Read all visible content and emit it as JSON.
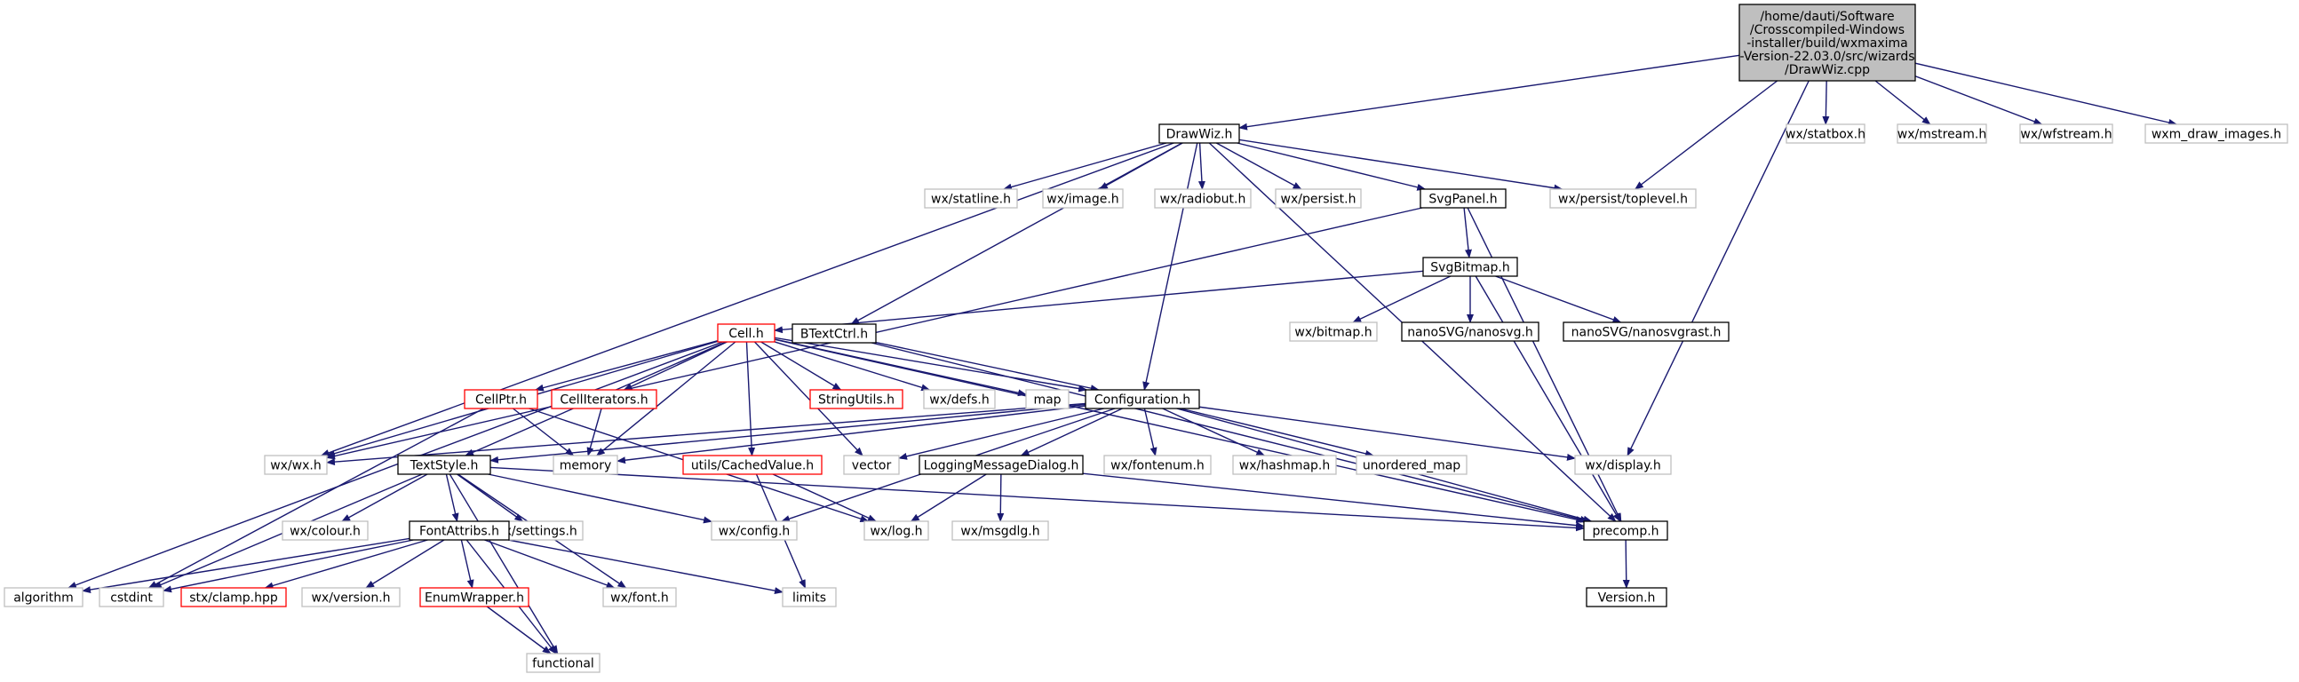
{
  "colors": {
    "edge": "#191970",
    "root_fill": "#bfbfbf",
    "box_black": "#000000",
    "box_gray": "#bfbfbf",
    "box_red": "#ff0000"
  },
  "nodes": [
    {
      "id": "drawwiz_cpp",
      "style": "root",
      "lines": [
        "/home/dauti/Software",
        "/Crosscompiled-Windows",
        "-installer/build/wxmaxima",
        "-Version-22.03.0/src/wizards",
        "/DrawWiz.cpp"
      ]
    },
    {
      "id": "drawwiz_h",
      "style": "black",
      "lines": [
        "DrawWiz.h"
      ]
    },
    {
      "id": "wx_statbox",
      "style": "gray",
      "lines": [
        "wx/statbox.h"
      ]
    },
    {
      "id": "wx_mstream",
      "style": "gray",
      "lines": [
        "wx/mstream.h"
      ]
    },
    {
      "id": "wx_wfstream",
      "style": "gray",
      "lines": [
        "wx/wfstream.h"
      ]
    },
    {
      "id": "wxm_draw_images",
      "style": "gray",
      "lines": [
        "wxm_draw_images.h"
      ]
    },
    {
      "id": "wx_statline",
      "style": "gray",
      "lines": [
        "wx/statline.h"
      ]
    },
    {
      "id": "wx_image",
      "style": "gray",
      "lines": [
        "wx/image.h"
      ]
    },
    {
      "id": "wx_radiobut",
      "style": "gray",
      "lines": [
        "wx/radiobut.h"
      ]
    },
    {
      "id": "wx_persist",
      "style": "gray",
      "lines": [
        "wx/persist.h"
      ]
    },
    {
      "id": "svgpanel",
      "style": "black",
      "lines": [
        "SvgPanel.h"
      ]
    },
    {
      "id": "wx_persist_toplevel",
      "style": "gray",
      "lines": [
        "wx/persist/toplevel.h"
      ]
    },
    {
      "id": "svgbitmap",
      "style": "black",
      "lines": [
        "SvgBitmap.h"
      ]
    },
    {
      "id": "wx_bitmap",
      "style": "gray",
      "lines": [
        "wx/bitmap.h"
      ]
    },
    {
      "id": "nanosvg",
      "style": "black",
      "lines": [
        "nanoSVG/nanosvg.h"
      ]
    },
    {
      "id": "nanosvgrast",
      "style": "black",
      "lines": [
        "nanoSVG/nanosvgrast.h"
      ]
    },
    {
      "id": "cell_h",
      "style": "red",
      "lines": [
        "Cell.h"
      ]
    },
    {
      "id": "btextctrl",
      "style": "black",
      "lines": [
        "BTextCtrl.h"
      ]
    },
    {
      "id": "cellptr",
      "style": "red",
      "lines": [
        "CellPtr.h"
      ]
    },
    {
      "id": "celliterators",
      "style": "red",
      "lines": [
        "CellIterators.h"
      ]
    },
    {
      "id": "stringutils",
      "style": "red",
      "lines": [
        "StringUtils.h"
      ]
    },
    {
      "id": "wx_defs",
      "style": "gray",
      "lines": [
        "wx/defs.h"
      ]
    },
    {
      "id": "map",
      "style": "gray",
      "lines": [
        "map"
      ]
    },
    {
      "id": "configuration",
      "style": "black",
      "lines": [
        "Configuration.h"
      ]
    },
    {
      "id": "wx_wx",
      "style": "gray",
      "lines": [
        "wx/wx.h"
      ]
    },
    {
      "id": "textstyle",
      "style": "black",
      "lines": [
        "TextStyle.h"
      ]
    },
    {
      "id": "memory",
      "style": "gray",
      "lines": [
        "memory"
      ]
    },
    {
      "id": "cachedvalue",
      "style": "red",
      "lines": [
        "utils/CachedValue.h"
      ]
    },
    {
      "id": "vector",
      "style": "gray",
      "lines": [
        "vector"
      ]
    },
    {
      "id": "loggingmsg",
      "style": "black",
      "lines": [
        "LoggingMessageDialog.h"
      ]
    },
    {
      "id": "wx_fontenum",
      "style": "gray",
      "lines": [
        "wx/fontenum.h"
      ]
    },
    {
      "id": "wx_hashmap",
      "style": "gray",
      "lines": [
        "wx/hashmap.h"
      ]
    },
    {
      "id": "unordered_map",
      "style": "gray",
      "lines": [
        "unordered_map"
      ]
    },
    {
      "id": "wx_display",
      "style": "gray",
      "lines": [
        "wx/display.h"
      ]
    },
    {
      "id": "wx_colour",
      "style": "gray",
      "lines": [
        "wx/colour.h"
      ]
    },
    {
      "id": "wx_settings",
      "style": "gray",
      "lines": [
        "wx/settings.h"
      ]
    },
    {
      "id": "wx_config",
      "style": "gray",
      "lines": [
        "wx/config.h"
      ]
    },
    {
      "id": "wx_log",
      "style": "gray",
      "lines": [
        "wx/log.h"
      ]
    },
    {
      "id": "wx_msgdlg",
      "style": "gray",
      "lines": [
        "wx/msgdlg.h"
      ]
    },
    {
      "id": "precomp",
      "style": "black",
      "lines": [
        "precomp.h"
      ]
    },
    {
      "id": "fontattribs",
      "style": "black",
      "lines": [
        "FontAttribs.h"
      ]
    },
    {
      "id": "algorithm",
      "style": "gray",
      "lines": [
        "algorithm"
      ]
    },
    {
      "id": "cstdint",
      "style": "gray",
      "lines": [
        "cstdint"
      ]
    },
    {
      "id": "stx_clamp",
      "style": "red",
      "lines": [
        "stx/clamp.hpp"
      ]
    },
    {
      "id": "wx_version",
      "style": "gray",
      "lines": [
        "wx/version.h"
      ]
    },
    {
      "id": "enumwrapper",
      "style": "red",
      "lines": [
        "EnumWrapper.h"
      ]
    },
    {
      "id": "wx_font",
      "style": "gray",
      "lines": [
        "wx/font.h"
      ]
    },
    {
      "id": "limits",
      "style": "gray",
      "lines": [
        "limits"
      ]
    },
    {
      "id": "functional",
      "style": "gray",
      "lines": [
        "functional"
      ]
    },
    {
      "id": "version",
      "style": "black",
      "lines": [
        "Version.h"
      ]
    }
  ],
  "edges": [
    [
      "drawwiz_cpp",
      "drawwiz_h"
    ],
    [
      "drawwiz_cpp",
      "wx_persist_toplevel"
    ],
    [
      "drawwiz_cpp",
      "wx_display"
    ],
    [
      "drawwiz_cpp",
      "wx_statbox"
    ],
    [
      "drawwiz_cpp",
      "wx_mstream"
    ],
    [
      "drawwiz_cpp",
      "wx_wfstream"
    ],
    [
      "drawwiz_cpp",
      "wxm_draw_images"
    ],
    [
      "drawwiz_h",
      "wx_wx"
    ],
    [
      "drawwiz_h",
      "btextctrl"
    ],
    [
      "drawwiz_h",
      "configuration"
    ],
    [
      "drawwiz_h",
      "wx_statline"
    ],
    [
      "drawwiz_h",
      "wx_image"
    ],
    [
      "drawwiz_h",
      "wx_radiobut"
    ],
    [
      "drawwiz_h",
      "wx_persist"
    ],
    [
      "drawwiz_h",
      "svgpanel"
    ],
    [
      "drawwiz_h",
      "wx_persist_toplevel"
    ],
    [
      "drawwiz_h",
      "precomp"
    ],
    [
      "svgpanel",
      "svgbitmap"
    ],
    [
      "svgpanel",
      "wx_wx"
    ],
    [
      "svgpanel",
      "precomp"
    ],
    [
      "svgbitmap",
      "cell_h"
    ],
    [
      "svgbitmap",
      "wx_bitmap"
    ],
    [
      "svgbitmap",
      "nanosvg"
    ],
    [
      "svgbitmap",
      "nanosvgrast"
    ],
    [
      "svgbitmap",
      "precomp"
    ],
    [
      "btextctrl",
      "configuration"
    ],
    [
      "btextctrl",
      "precomp"
    ],
    [
      "cell_h",
      "algorithm"
    ],
    [
      "cell_h",
      "wx_wx"
    ],
    [
      "cell_h",
      "cellptr"
    ],
    [
      "cell_h",
      "celliterators"
    ],
    [
      "cell_h",
      "textstyle"
    ],
    [
      "cell_h",
      "memory"
    ],
    [
      "cell_h",
      "cachedvalue"
    ],
    [
      "cell_h",
      "vector"
    ],
    [
      "cell_h",
      "stringutils"
    ],
    [
      "cell_h",
      "wx_defs"
    ],
    [
      "cell_h",
      "map"
    ],
    [
      "cell_h",
      "configuration"
    ],
    [
      "cell_h",
      "precomp"
    ],
    [
      "cellptr",
      "memory"
    ],
    [
      "cellptr",
      "cstdint"
    ],
    [
      "cellptr",
      "wx_log"
    ],
    [
      "celliterators",
      "memory"
    ],
    [
      "cachedvalue",
      "wx_log"
    ],
    [
      "cachedvalue",
      "limits"
    ],
    [
      "configuration",
      "wx_wx"
    ],
    [
      "configuration",
      "textstyle"
    ],
    [
      "configuration",
      "memory"
    ],
    [
      "configuration",
      "vector"
    ],
    [
      "configuration",
      "loggingmsg"
    ],
    [
      "configuration",
      "wx_fontenum"
    ],
    [
      "configuration",
      "wx_hashmap"
    ],
    [
      "configuration",
      "unordered_map"
    ],
    [
      "configuration",
      "wx_display"
    ],
    [
      "configuration",
      "precomp"
    ],
    [
      "configuration",
      "wx_config"
    ],
    [
      "loggingmsg",
      "wx_log"
    ],
    [
      "loggingmsg",
      "wx_msgdlg"
    ],
    [
      "loggingmsg",
      "precomp"
    ],
    [
      "textstyle",
      "cstdint"
    ],
    [
      "textstyle",
      "wx_colour"
    ],
    [
      "textstyle",
      "fontattribs"
    ],
    [
      "textstyle",
      "wx_settings"
    ],
    [
      "textstyle",
      "wx_config"
    ],
    [
      "textstyle",
      "wx_font"
    ],
    [
      "textstyle",
      "functional"
    ],
    [
      "textstyle",
      "precomp"
    ],
    [
      "fontattribs",
      "algorithm"
    ],
    [
      "fontattribs",
      "cstdint"
    ],
    [
      "fontattribs",
      "stx_clamp"
    ],
    [
      "fontattribs",
      "wx_version"
    ],
    [
      "fontattribs",
      "enumwrapper"
    ],
    [
      "fontattribs",
      "wx_font"
    ],
    [
      "fontattribs",
      "limits"
    ],
    [
      "fontattribs",
      "functional"
    ],
    [
      "enumwrapper",
      "functional"
    ],
    [
      "precomp",
      "version"
    ]
  ]
}
